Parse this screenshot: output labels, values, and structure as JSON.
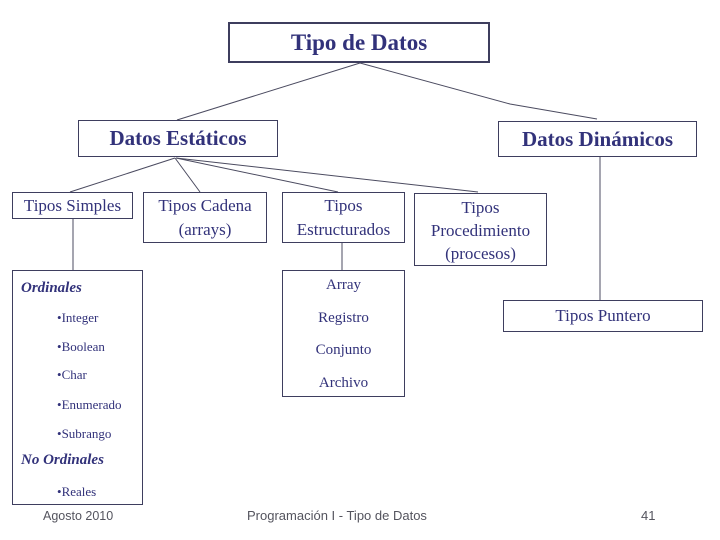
{
  "colors": {
    "text_navy": "#32327a",
    "box_border": "#3e3e5e",
    "connector_line": "#4b4b60",
    "footer_gray": "#54545e",
    "background": "#ffffff"
  },
  "icons": {
    "bullet": "•"
  },
  "tree": {
    "root": {
      "label": "Tipo de Datos"
    },
    "branches": [
      {
        "label": "Datos Estáticos"
      },
      {
        "label": "Datos Dinámicos"
      }
    ],
    "static_children": [
      {
        "lines": [
          "Tipos Simples"
        ]
      },
      {
        "lines": [
          "Tipos Cadena",
          "(arrays)"
        ]
      },
      {
        "lines": [
          "Tipos",
          "Estructurados"
        ]
      },
      {
        "lines": [
          "Tipos",
          "Procedimiento",
          "(procesos)"
        ]
      }
    ],
    "simples_detail": {
      "sections": [
        {
          "header": "Ordinales",
          "items": [
            "Integer",
            "Boolean",
            "Char",
            "Enumerado",
            "Subrango"
          ]
        },
        {
          "header": "No Ordinales",
          "items": [
            "Reales"
          ]
        }
      ]
    },
    "estructurados_detail": {
      "items": [
        "Array",
        "Registro",
        "Conjunto",
        "Archivo"
      ]
    },
    "dynamic_child": {
      "label": "Tipos Puntero"
    }
  },
  "footer": {
    "date": "Agosto 2010",
    "title": "Programación I - Tipo de Datos",
    "page_number": "41"
  }
}
